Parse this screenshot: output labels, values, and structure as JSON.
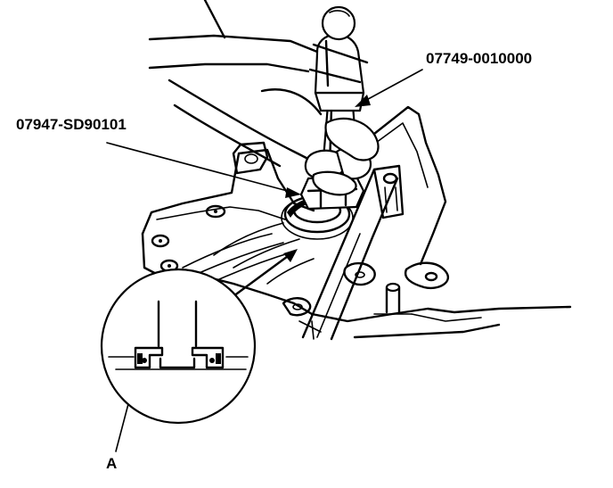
{
  "callouts": {
    "tool_upper": "07749-0010000",
    "tool_lower": "07947-SD90101",
    "detail_ref": "A"
  },
  "colors": {
    "ink": "#000000",
    "paper": "#ffffff"
  }
}
